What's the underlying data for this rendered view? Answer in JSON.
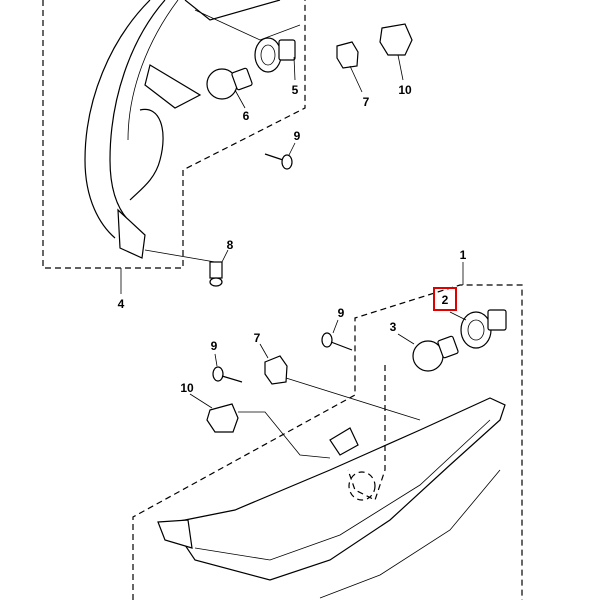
{
  "diagram": {
    "labels": {
      "top_5": "5",
      "top_6": "6",
      "top_7": "7",
      "top_9": "9",
      "top_10": "10",
      "top_4": "4",
      "top_8": "8",
      "bot_1": "1",
      "bot_2": "2",
      "bot_3": "3",
      "bot_9a": "9",
      "bot_7": "7",
      "bot_9b": "9",
      "bot_10": "10"
    },
    "highlight_color": "#e00000",
    "highlighted_part": "2"
  }
}
